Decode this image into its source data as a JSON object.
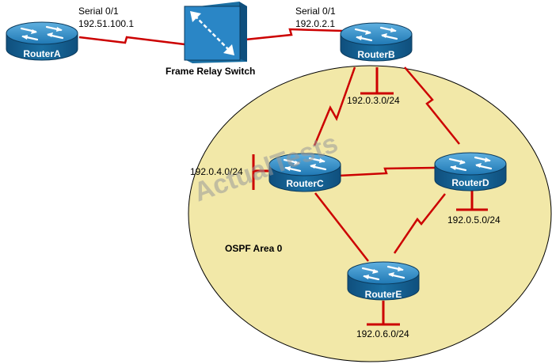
{
  "colors": {
    "area_fill": "#f2e8a8",
    "link_red": "#cc0000",
    "router_blue": "#1a6fa3",
    "switch_blue": "#2a86c6"
  },
  "routers": {
    "a": {
      "name": "RouterA",
      "icon": "router-icon"
    },
    "b": {
      "name": "RouterB",
      "icon": "router-icon"
    },
    "c": {
      "name": "RouterC",
      "icon": "router-icon"
    },
    "d": {
      "name": "RouterD",
      "icon": "router-icon"
    },
    "e": {
      "name": "RouterE",
      "icon": "router-icon"
    }
  },
  "switch": {
    "label": "Frame Relay Switch",
    "icon": "frame-relay-switch-icon"
  },
  "interfaces": {
    "a": {
      "port": "Serial 0/1",
      "ip": "192.51.100.1"
    },
    "b": {
      "port": "Serial 0/1",
      "ip": "192.0.2.1"
    }
  },
  "networks": {
    "b": "192.0.3.0/24",
    "c": "192.0.4.0/24",
    "d": "192.0.5.0/24",
    "e": "192.0.6.0/24"
  },
  "area_label": "OSPF Area 0",
  "watermark": "ActualTests"
}
